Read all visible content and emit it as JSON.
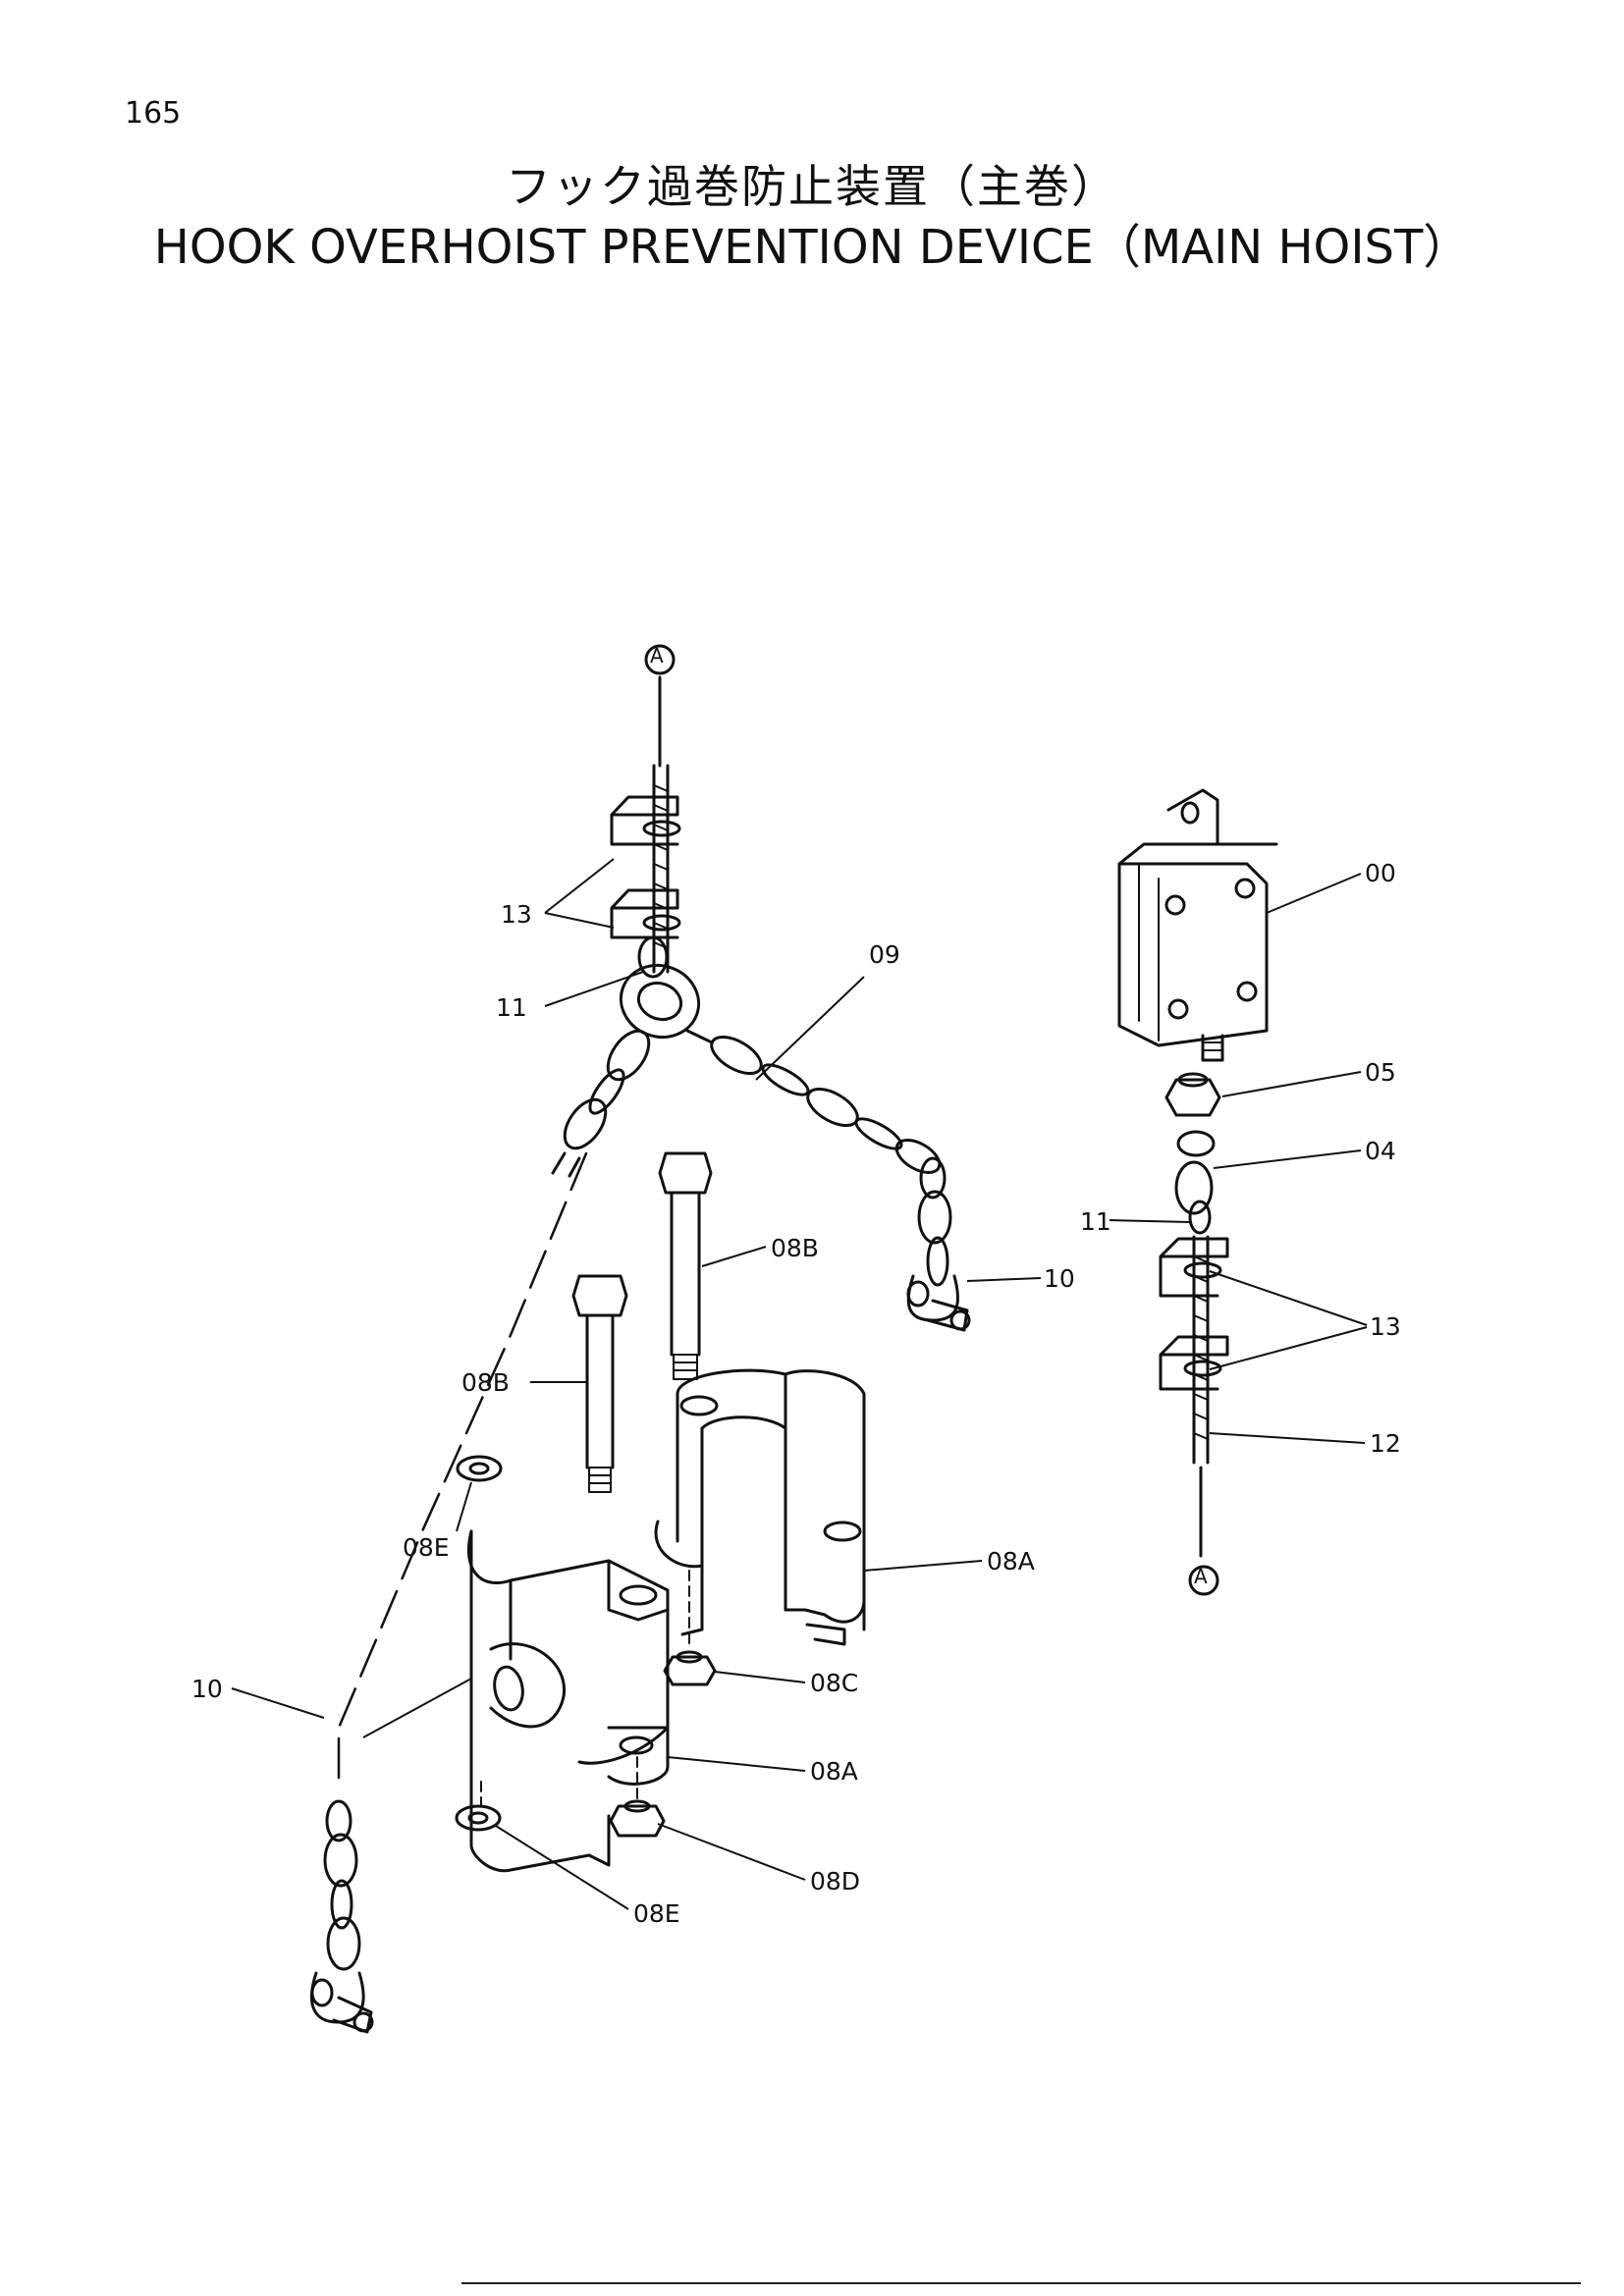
{
  "page_number": "165",
  "title_jp": "フック過巻防止装置（主巻）",
  "title_en": "HOOK OVERHOIST PREVENTION DEVICE（MAIN HOIST）",
  "callouts": {
    "ref_top": "A",
    "ref_bottom": "A",
    "c00": "00",
    "c05": "05",
    "c04": "04",
    "c09": "09",
    "c10_right": "10",
    "c10_left": "10",
    "c11_left": "11",
    "c11_right": "11",
    "c12": "12",
    "c13_left": "13",
    "c13_right": "13",
    "c08A_upper": "08A",
    "c08A_lower": "08A",
    "c08B_upper": "08B",
    "c08B_lower": "08B",
    "c08C": "08C",
    "c08D": "08D",
    "c08E_upper": "08E",
    "c08E_lower": "08E"
  },
  "colors": {
    "ink": "#111111",
    "paper": "#ffffff"
  }
}
